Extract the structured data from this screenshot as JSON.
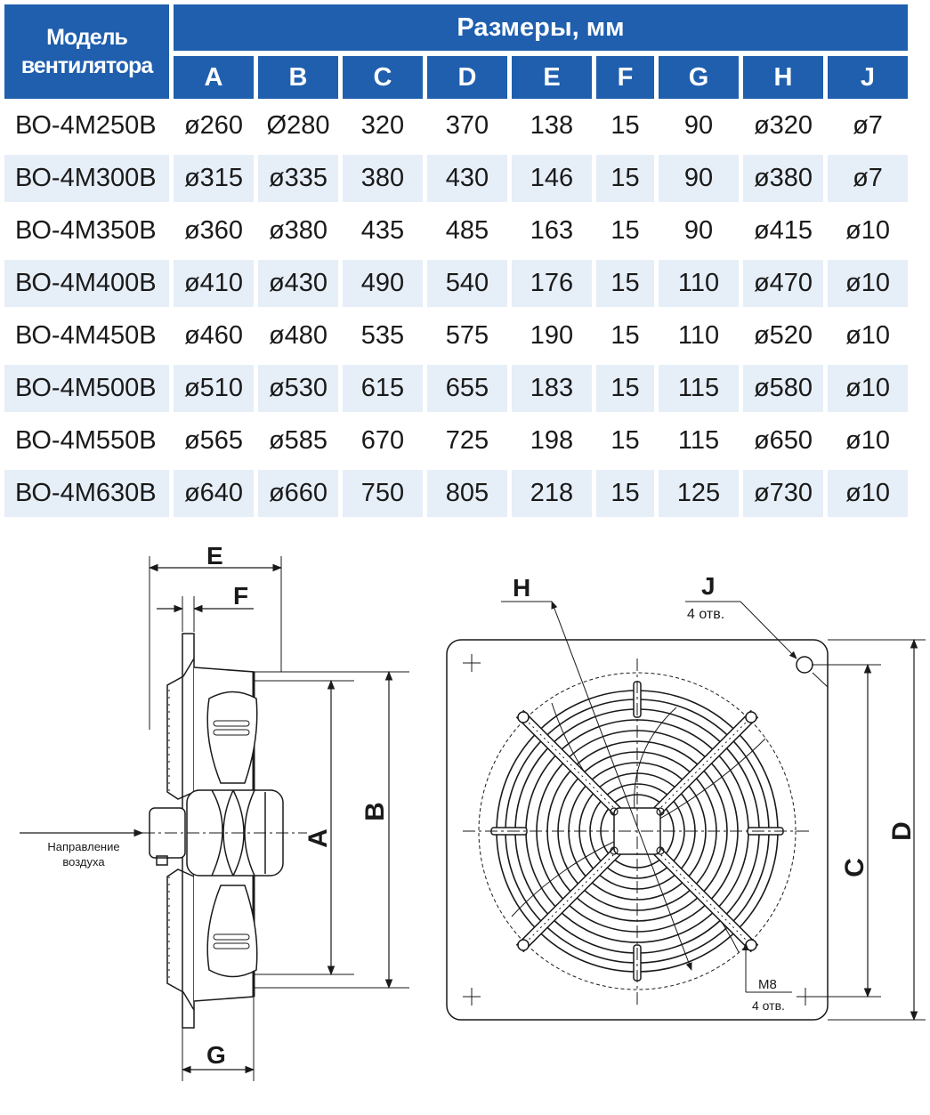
{
  "table": {
    "model_header_line1": "Модель",
    "model_header_line2": "вентилятора",
    "dims_header": "Размеры, мм",
    "columns": [
      "A",
      "B",
      "C",
      "D",
      "E",
      "F",
      "G",
      "H",
      "J"
    ],
    "rows": [
      [
        "ВО-4М250В",
        "ø260",
        "Ø280",
        "320",
        "370",
        "138",
        "15",
        "90",
        "ø320",
        "ø7"
      ],
      [
        "ВО-4М300В",
        "ø315",
        "ø335",
        "380",
        "430",
        "146",
        "15",
        "90",
        "ø380",
        "ø7"
      ],
      [
        "ВО-4М350В",
        "ø360",
        "ø380",
        "435",
        "485",
        "163",
        "15",
        "90",
        "ø415",
        "ø10"
      ],
      [
        "ВО-4М400В",
        "ø410",
        "ø430",
        "490",
        "540",
        "176",
        "15",
        "110",
        "ø470",
        "ø10"
      ],
      [
        "ВО-4М450В",
        "ø460",
        "ø480",
        "535",
        "575",
        "190",
        "15",
        "110",
        "ø520",
        "ø10"
      ],
      [
        "ВО-4М500В",
        "ø510",
        "ø530",
        "615",
        "655",
        "183",
        "15",
        "115",
        "ø580",
        "ø10"
      ],
      [
        "ВО-4М550В",
        "ø565",
        "ø585",
        "670",
        "725",
        "198",
        "15",
        "115",
        "ø650",
        "ø10"
      ],
      [
        "ВО-4М630В",
        "ø640",
        "ø660",
        "750",
        "805",
        "218",
        "15",
        "125",
        "ø730",
        "ø10"
      ]
    ]
  },
  "side_view": {
    "label_e": "E",
    "label_f": "F",
    "label_g": "G",
    "label_a": "A",
    "label_b": "B",
    "airflow_line1": "Направление",
    "airflow_line2": "воздуха"
  },
  "front_view": {
    "label_h": "H",
    "label_j": "J",
    "holes_j": "4 отв.",
    "label_c": "C",
    "label_d": "D",
    "bolt_label": "М8",
    "holes_m8": "4 отв."
  }
}
